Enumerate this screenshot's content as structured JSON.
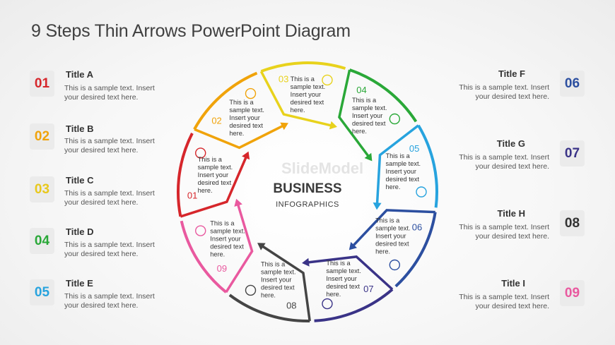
{
  "title": "9 Steps Thin Arrows PowerPoint Diagram",
  "center": {
    "heading": "BUSINESS",
    "subheading": "INFOGRAPHICS"
  },
  "watermark": "SlideModel",
  "segment_text": "This is a sample text. Insert your desired text here.",
  "segments": [
    {
      "num": "01",
      "color": "#d6262b",
      "icon": "lightbulb-icon"
    },
    {
      "num": "02",
      "color": "#f0a30a",
      "icon": "brain-head-icon"
    },
    {
      "num": "03",
      "color": "#e8d21c",
      "icon": "briefcase-icon"
    },
    {
      "num": "04",
      "color": "#2aa838",
      "icon": "gear-icon"
    },
    {
      "num": "05",
      "color": "#27a3de",
      "icon": "presentation-chart-icon"
    },
    {
      "num": "06",
      "color": "#2c4fa0",
      "icon": "globe-icon"
    },
    {
      "num": "07",
      "color": "#3a3387",
      "icon": "paper-plane-icon"
    },
    {
      "num": "08",
      "color": "#454545",
      "icon": "alarm-clock-icon"
    },
    {
      "num": "09",
      "color": "#e9599f",
      "icon": "target-icon"
    }
  ],
  "left_items": [
    {
      "num": "01",
      "title": "Title A",
      "text": "This is a sample text. Insert your desired text here.",
      "color": "#d6262b"
    },
    {
      "num": "02",
      "title": "Title B",
      "text": "This is a sample text. Insert your desired text here.",
      "color": "#f0a30a"
    },
    {
      "num": "03",
      "title": "Title C",
      "text": "This is a sample text. Insert your desired text here.",
      "color": "#e8d21c"
    },
    {
      "num": "04",
      "title": "Title D",
      "text": "This is a sample text. Insert your desired text here.",
      "color": "#2aa838"
    },
    {
      "num": "05",
      "title": "Title E",
      "text": "This is a sample text. Insert your desired text here.",
      "color": "#27a3de"
    }
  ],
  "right_items": [
    {
      "num": "06",
      "title": "Title F",
      "text": "This is a sample text. Insert your desired text here.",
      "color": "#2c4fa0"
    },
    {
      "num": "07",
      "title": "Title G",
      "text": "This is a sample text. Insert your desired text here.",
      "color": "#3a3387"
    },
    {
      "num": "08",
      "title": "Title H",
      "text": "This is a sample text. Insert your desired text here.",
      "color": "#454545"
    },
    {
      "num": "09",
      "title": "Title I",
      "text": "This is a sample text. Insert your desired text here.",
      "color": "#e9599f"
    }
  ]
}
